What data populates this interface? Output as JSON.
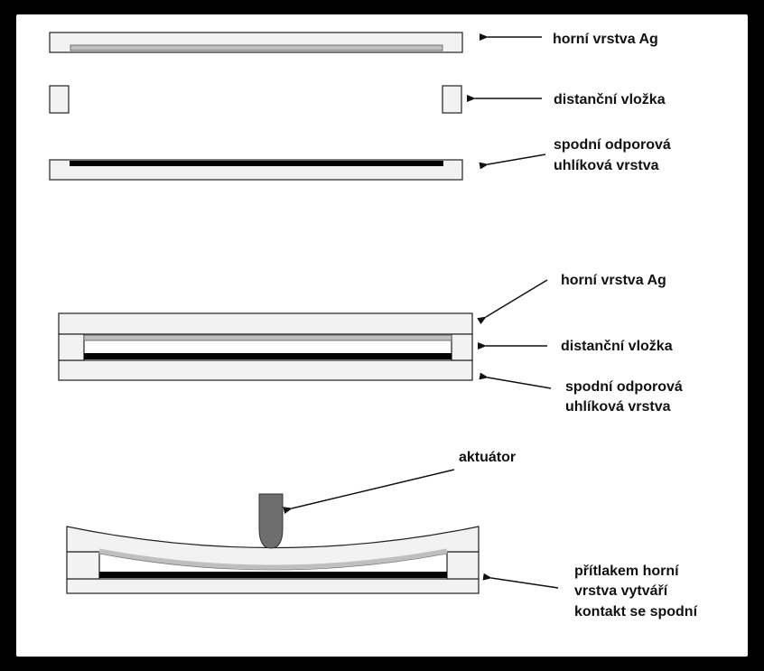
{
  "colors": {
    "frame": "#000000",
    "panel": "#ffffff",
    "layer_fill": "#f2f2f2",
    "layer_stroke": "#222222",
    "silver_layer": "#bfbfbf",
    "carbon_layer": "#000000",
    "actuator": "#6e6e6e"
  },
  "exploded_view": {
    "top_label": "horní vrstva Ag",
    "spacer_label": "distanční vložka",
    "bottom_label_line1": "spodní odporová",
    "bottom_label_line2": "uhlíková vrstva"
  },
  "assembled_view": {
    "top_label": "horní vrstva Ag",
    "spacer_label": "distanční vložka",
    "bottom_label_line1": "spodní odporová",
    "bottom_label_line2": "uhlíková vrstva"
  },
  "pressed_view": {
    "actuator_label": "aktuátor",
    "contact_label_line1": "přítlakem horní",
    "contact_label_line2": "vrstva vytváří",
    "contact_label_line3": "kontakt se spodní"
  }
}
